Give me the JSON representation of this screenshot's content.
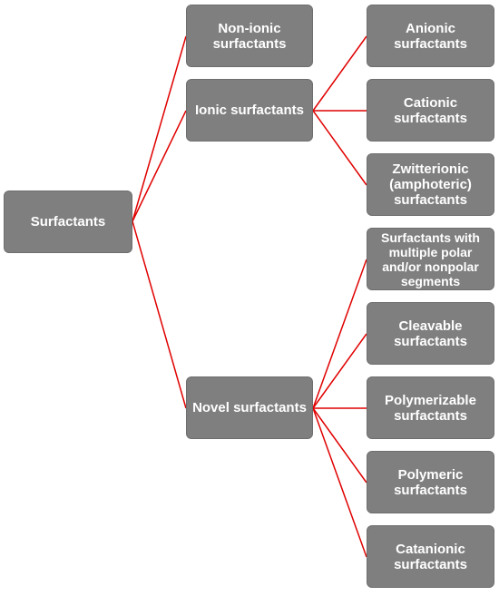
{
  "diagram": {
    "line_color": "#e00000",
    "box_color": "#7f7f7f",
    "text_color": "#ffffff",
    "root": {
      "label": "Surfactants"
    },
    "level1": [
      {
        "label": "Non-ionic\nsurfactants"
      },
      {
        "label": "Ionic surfactants"
      },
      {
        "label": "Novel surfactants"
      }
    ],
    "ionic_children": [
      {
        "label": "Anionic\nsurfactants"
      },
      {
        "label": "Cationic\nsurfactants"
      },
      {
        "label": "Zwitterionic\n(amphoteric)\nsurfactants"
      }
    ],
    "novel_children": [
      {
        "label": "Surfactants with\nmultiple polar\nand/or nonpolar\nsegments"
      },
      {
        "label": "Cleavable\nsurfactants"
      },
      {
        "label": "Polymerizable\nsurfactants"
      },
      {
        "label": "Polymeric\nsurfactants"
      },
      {
        "label": "Catanionic\nsurfactants"
      }
    ]
  }
}
